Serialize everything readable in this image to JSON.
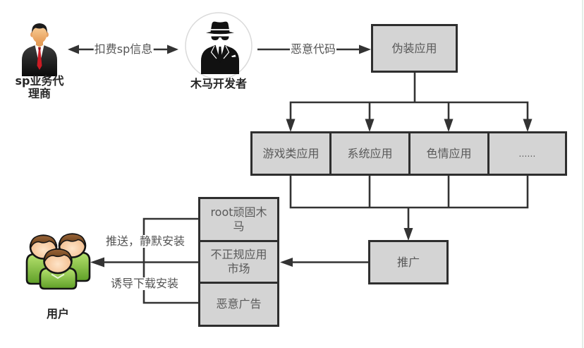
{
  "diagram": {
    "actors": {
      "sp_agent": {
        "icon": "businessman-icon",
        "label_lines": [
          "sp业务代",
          "理商"
        ]
      },
      "trojan_developer": {
        "icon": "spy-icon",
        "label": "木马开发者"
      },
      "users": {
        "icon": "users-group-icon",
        "label": "用户"
      }
    },
    "nodes": {
      "disguised_app": {
        "label": "伪装应用"
      },
      "app_types": [
        {
          "label": "游戏类应用"
        },
        {
          "label": "系统应用"
        },
        {
          "label": "色情应用"
        },
        {
          "label": "......"
        }
      ],
      "promotion": {
        "label": "推广"
      },
      "channels": [
        {
          "label_lines": [
            "root顽固木",
            "马"
          ]
        },
        {
          "label_lines": [
            "不正规应用",
            "市场"
          ]
        },
        {
          "label_lines": [
            "恶意广告"
          ]
        }
      ]
    },
    "edges": [
      {
        "id": "sp_info",
        "from": "sp_agent",
        "to": "trojan_developer",
        "label": "扣费sp信息",
        "arrow": "both"
      },
      {
        "id": "malicious_code",
        "from": "trojan_developer",
        "to": "disguised_app",
        "label": "恶意代码",
        "arrow": "forward"
      },
      {
        "id": "disguise_fanout",
        "from": "disguised_app",
        "to": "app_types",
        "arrow": "forward"
      },
      {
        "id": "promotion_fanin",
        "from": "app_types",
        "to": "promotion",
        "arrow": "forward"
      },
      {
        "id": "distribute",
        "from": "promotion",
        "to": "channels",
        "arrow": "forward"
      },
      {
        "id": "push_silent_install",
        "from": "channels",
        "to": "users",
        "label": "推送，静默安装",
        "arrow": "forward"
      },
      {
        "id": "induce_download_install",
        "from": "channels",
        "to": "users",
        "label": "诱导下载安装",
        "arrow": "forward"
      }
    ],
    "colors": {
      "background": "#ffffff",
      "box_fill": "#d4d4d4",
      "box_border": "#2e2e2e",
      "box_text": "#595959",
      "line": "#333333",
      "edge_label": "#555555",
      "actor_label": "#262626"
    }
  }
}
